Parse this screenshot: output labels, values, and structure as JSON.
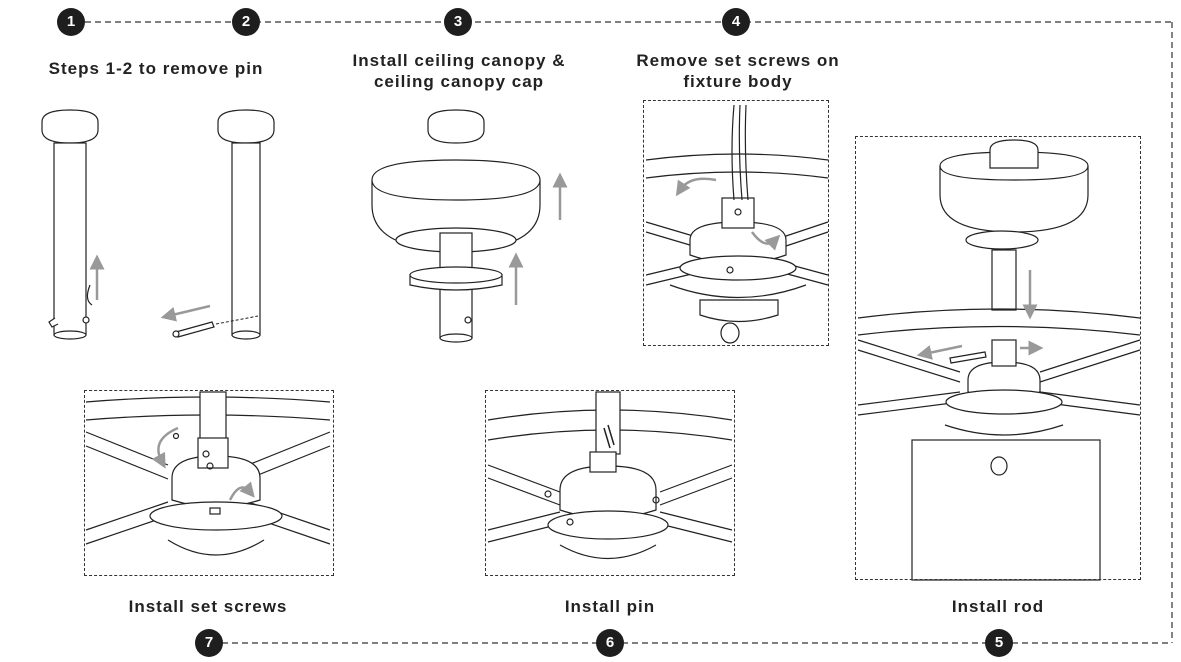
{
  "steps": [
    {
      "number": "1"
    },
    {
      "number": "2"
    },
    {
      "number": "3"
    },
    {
      "number": "4"
    },
    {
      "number": "5"
    },
    {
      "number": "6"
    },
    {
      "number": "7"
    }
  ],
  "captions": {
    "steps_1_2": "Steps 1-2 to remove pin",
    "step_3_line1": "Install ceiling canopy &",
    "step_3_line2": "ceiling canopy cap",
    "step_4_line1": "Remove set screws on",
    "step_4_line2": "fixture body",
    "step_5": "Install rod",
    "step_6": "Install pin",
    "step_7": "Install set screws"
  },
  "colors": {
    "ink": "#222222",
    "arrow": "#999999",
    "badge": "#1e1e1e"
  }
}
